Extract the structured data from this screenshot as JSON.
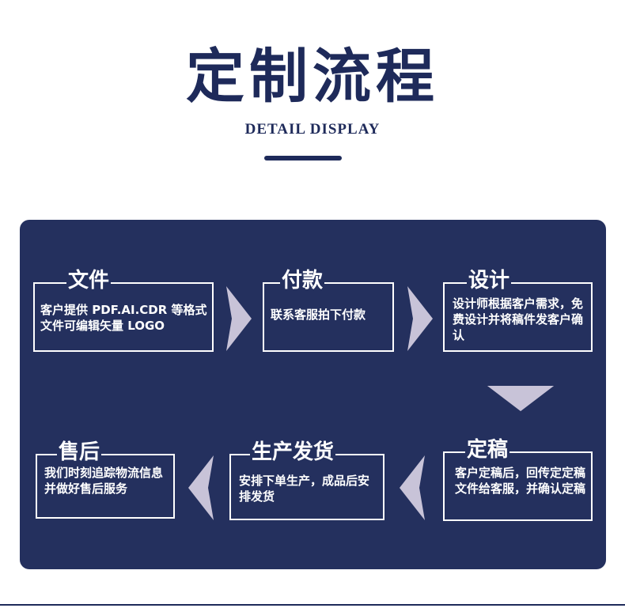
{
  "header": {
    "title": "定制流程",
    "subtitle": "DETAIL DISPLAY"
  },
  "steps": [
    {
      "title": "文件",
      "desc": "客户提供 PDF.AI.CDR 等格式文件可编辑矢量 LOGO"
    },
    {
      "title": "付款",
      "desc": "联系客服拍下付款"
    },
    {
      "title": "设计",
      "desc": "设计师根据客户需求，免费设计并将稿件发客户确认"
    },
    {
      "title": "定稿",
      "desc": "客户定稿后，回传定定稿文件给客服，并确认定稿"
    },
    {
      "title": "生产发货",
      "desc": "安排下单生产，成品后安排发货"
    },
    {
      "title": "售后",
      "desc": "我们时刻追踪物流信息并做好售后服务"
    }
  ],
  "colors": {
    "brand_navy": "#24305e",
    "title_navy": "#1e2a5a",
    "arrow_fill": "#c8c3d8",
    "text_white": "#ffffff"
  }
}
